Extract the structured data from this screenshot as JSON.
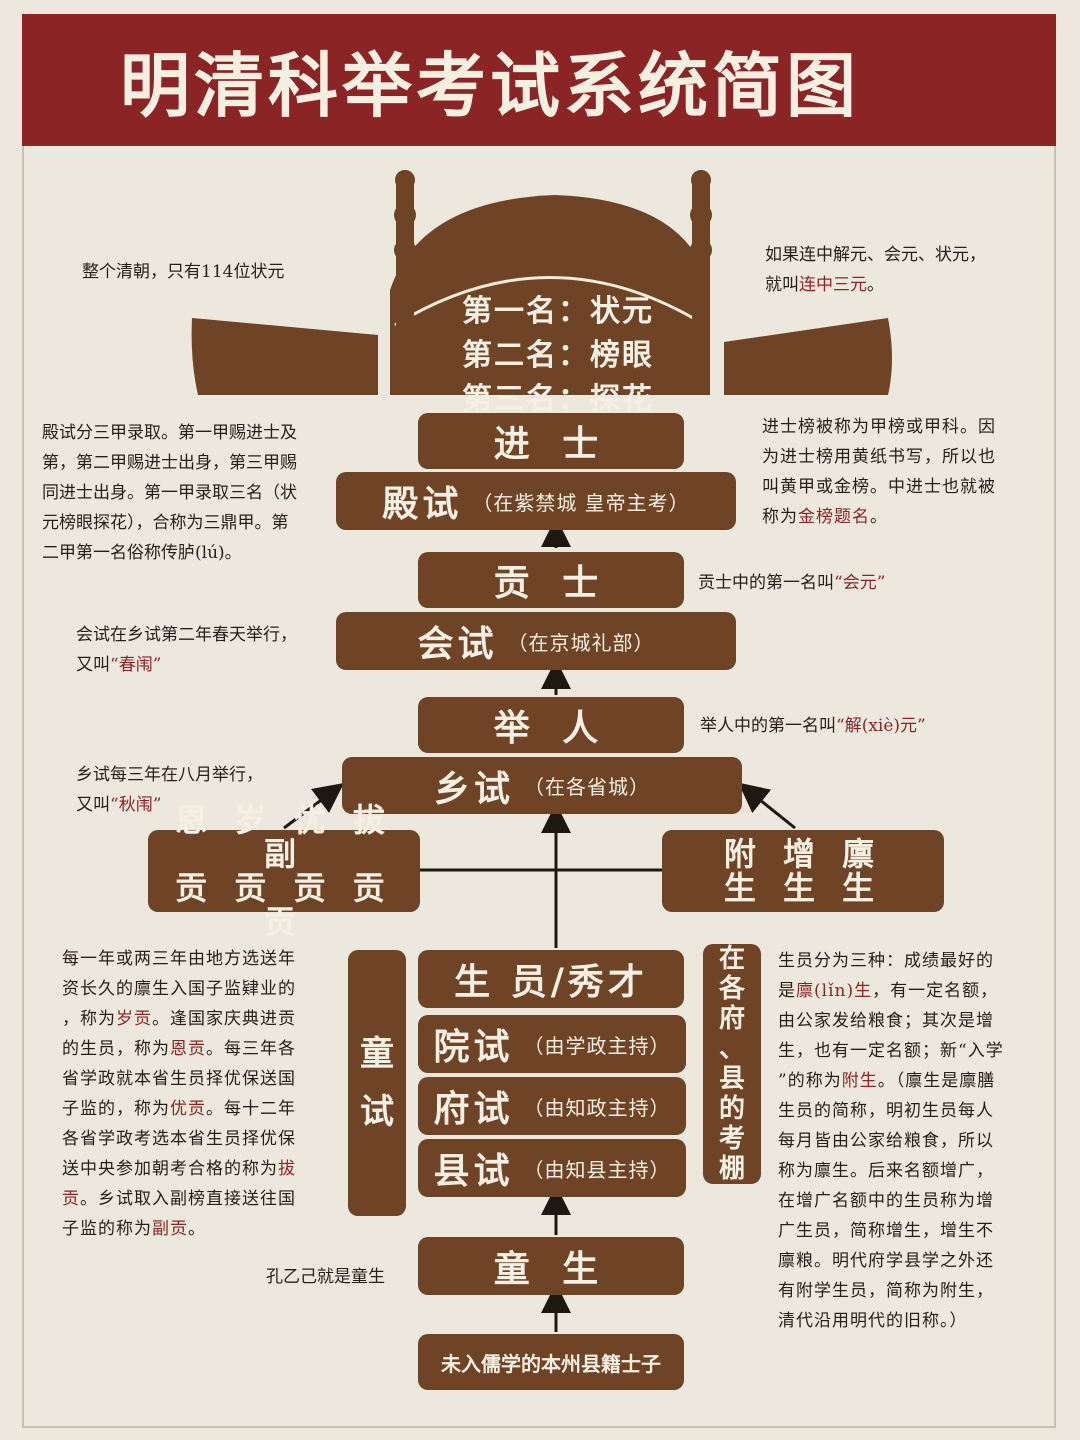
{
  "title": "明清科举考试系统简图",
  "top": {
    "line1": "第一名：状元",
    "line2": "第二名：榜眼",
    "line3": "第三名：探花"
  },
  "boxes": {
    "jinshi": "进 士",
    "dianshi": "殿试",
    "dianshi_sub": "（在紫禁城 皇帝主考）",
    "gongshi": "贡 士",
    "huishi": "会试",
    "huishi_sub": "（在京城礼部）",
    "juren": "举 人",
    "xiangshi": "乡试",
    "xiangshi_sub": "（在各省城）",
    "gong_row1": "恩 岁 优 拔 副",
    "gong_row2": "贡 贡 贡 贡 贡",
    "sheng_row1": "附 增 廪",
    "sheng_row2": "生 生 生",
    "shengyuan": "生 员/秀才",
    "yuanshi": "院试",
    "yuanshi_sub": "（由学政主持）",
    "fushi": "府试",
    "fushi_sub": "（由知政主持）",
    "xianshi": "县试",
    "xianshi_sub": "（由知县主持）",
    "tongsheng": "童 生",
    "origin": "未入儒学的本州县籍士子",
    "tongshi_1": "童",
    "tongshi_2": "试",
    "kaopeng": [
      "在",
      "各",
      "府",
      "、",
      "县",
      "的",
      "考",
      "棚"
    ]
  },
  "notes": {
    "zhuangyuan_count": "整个清朝，只有114位状元",
    "lianzhong_1": "如果连中解元、会元、状元，",
    "lianzhong_2a": "就叫",
    "lianzhong_2b": "连中三元",
    "lianzhong_2c": "。",
    "dianshi_1": "殿试分三甲录取。第一甲赐进士及",
    "dianshi_2": "第，第二甲赐进士出身，第三甲赐",
    "dianshi_3": "同进士出身。第一甲录取三名（状",
    "dianshi_4": "元榜眼探花），合称为三鼎甲。第",
    "dianshi_5": "二甲第一名俗称传胪(lú)。",
    "jinshi_1": "进士榜被称为甲榜或甲科。因",
    "jinshi_2": "为进士榜用黄纸书写，所以也",
    "jinshi_3": "叫黄甲或金榜。中进士也就被",
    "jinshi_4a": "称为",
    "jinshi_4b": "金榜题名",
    "jinshi_4c": "。",
    "huiyuan_a": "贡士中的第一名叫",
    "huiyuan_b": "“会元”",
    "huishi_1": "会试在乡试第二年春天举行，",
    "huishi_2a": "又叫",
    "huishi_2b": "“春闱”",
    "jieyuan_a": "举人中的第一名叫",
    "jieyuan_b": "“解(xiè)元”",
    "xiangshi_1": "乡试每三年在八月举行，",
    "xiangshi_2a": "又叫",
    "xiangshi_2b": "“秋闱”",
    "gong_lines": [
      [
        "每一年或两三年由地方选送年"
      ],
      [
        "资长久的廪生入国子监肄业的"
      ],
      [
        "，称为",
        "岁贡",
        "。逢国家庆典进贡"
      ],
      [
        "的生员，称为",
        "恩贡",
        "。每三年各"
      ],
      [
        "省学政就本省生员择优保送国"
      ],
      [
        "子监的，称为",
        "优贡",
        "。每十二年"
      ],
      [
        "各省学政考选本省生员择优保"
      ],
      [
        "送中央参加朝考合格的称为",
        "拔",
        ""
      ],
      [
        "",
        "贡",
        "。乡试取入副榜直接送往国"
      ],
      [
        "子监的称为",
        "副贡",
        "。"
      ]
    ],
    "sheng_lines": [
      [
        "生员分为三种：成绩最好的"
      ],
      [
        "是",
        "廪(lǐn)生",
        "，有一定名额，"
      ],
      [
        "由公家发给粮食；其次是增"
      ],
      [
        "生，也有一定名额；新“入学"
      ],
      [
        "”的称为",
        "附生",
        "。（廪生是廪膳"
      ],
      [
        "生员的简称，明初生员每人"
      ],
      [
        "每月皆由公家给粮食，所以"
      ],
      [
        "称为廪生。后来名额增广，"
      ],
      [
        "在增广名额中的生员称为增"
      ],
      [
        "广生员，简称增生，增生不"
      ],
      [
        "廪粮。明代府学县学之外还"
      ],
      [
        "有附学生员，简称为附生，"
      ],
      [
        "清代沿用明代的旧称。）"
      ]
    ],
    "kongyiji": "孔乙己就是童生"
  },
  "colors": {
    "title_bg": "#8b2525",
    "box": "#6e4326",
    "bg": "#ece8de",
    "highlight": "#8b2525"
  }
}
